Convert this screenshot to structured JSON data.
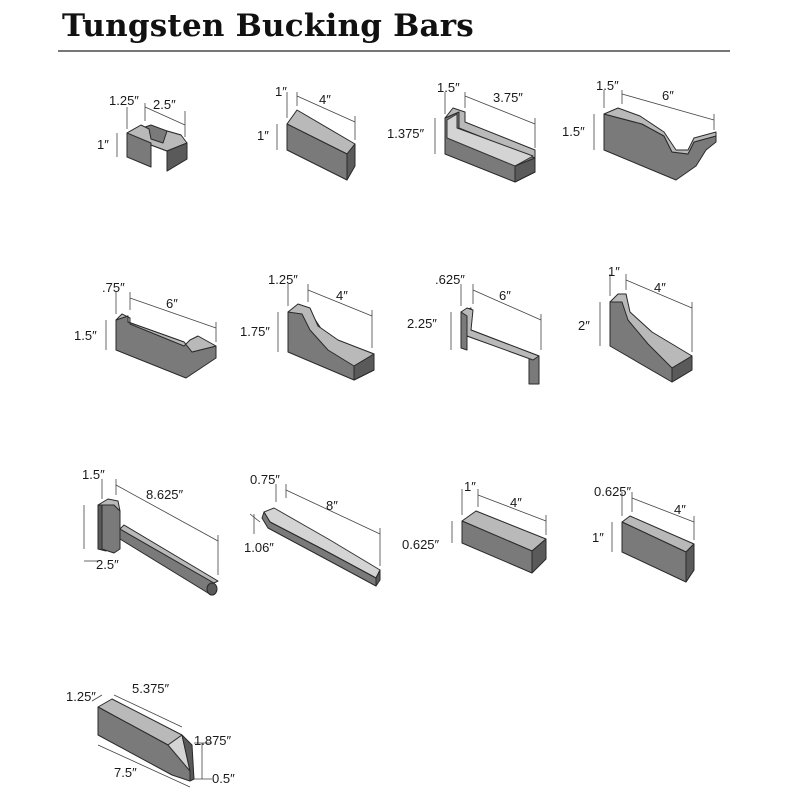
{
  "title": "Tungsten Bucking Bars",
  "bars": [
    {
      "dims": [
        "1.25″",
        "2.5″",
        "1″"
      ]
    },
    {
      "dims": [
        "1″",
        "4″",
        "1″"
      ]
    },
    {
      "dims": [
        "1.5″",
        "3.75″",
        "1.375″"
      ]
    },
    {
      "dims": [
        "1.5″",
        "6″",
        "1.5″"
      ]
    },
    {
      "dims": [
        ".75″",
        "6″",
        "1.5″"
      ]
    },
    {
      "dims": [
        "1.25″",
        "4″",
        "1.75″"
      ]
    },
    {
      "dims": [
        ".625″",
        "6″",
        "2.25″"
      ]
    },
    {
      "dims": [
        "1″",
        "4″",
        "2″"
      ]
    },
    {
      "dims": [
        "1.5″",
        "8.625″",
        "2.5″"
      ]
    },
    {
      "dims": [
        "0.75″",
        "8″",
        "1.06″"
      ]
    },
    {
      "dims": [
        "1″",
        "4″",
        "0.625″"
      ]
    },
    {
      "dims": [
        "0.625″",
        "4″",
        "1″"
      ]
    },
    {
      "dims": [
        "1.25″",
        "5.375″",
        "1.875″",
        "7.5″",
        "0.5″"
      ]
    }
  ]
}
